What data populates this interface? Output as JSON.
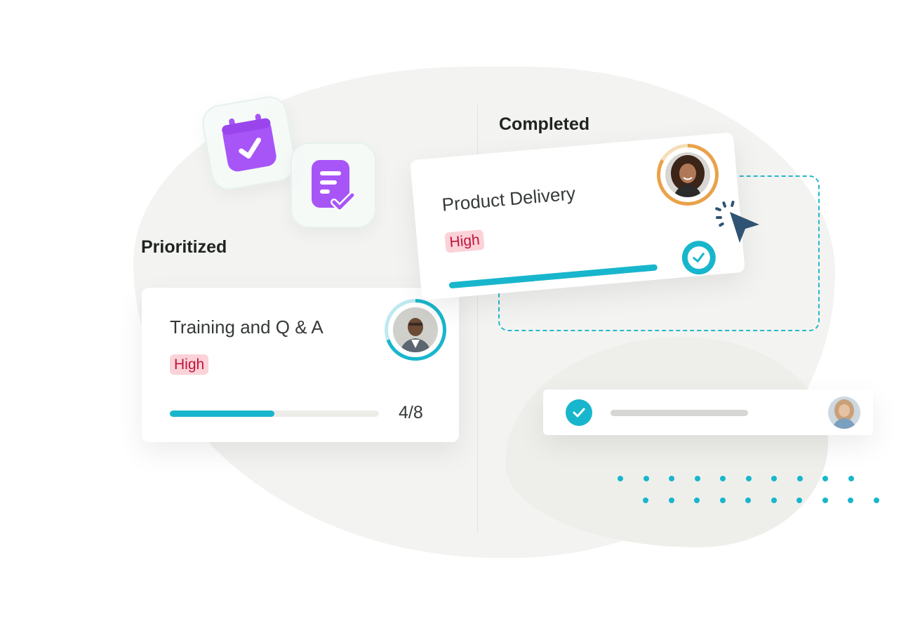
{
  "columns": {
    "prioritized": {
      "title": "Prioritized"
    },
    "completed": {
      "title": "Completed"
    }
  },
  "cards": {
    "training": {
      "title": "Training and Q & A",
      "priority": "High",
      "progress_text": "4/8",
      "progress": 0.5
    },
    "product_delivery": {
      "title": "Product Delivery",
      "priority": "High",
      "progress": 1.0
    },
    "mini_task": {
      "progress": 1.0
    }
  },
  "icons": {
    "calendar": "calendar-check-icon",
    "document": "document-check-icon",
    "cursor": "cursor-click-icon",
    "check": "check-circle-icon"
  },
  "colors": {
    "accent": "#18b6cc",
    "purple": "#a855f7",
    "badge_bg": "#fad2d8",
    "badge_text": "#c0143c",
    "cursor": "#2f5374",
    "ring_orange": "#e9a24a"
  }
}
